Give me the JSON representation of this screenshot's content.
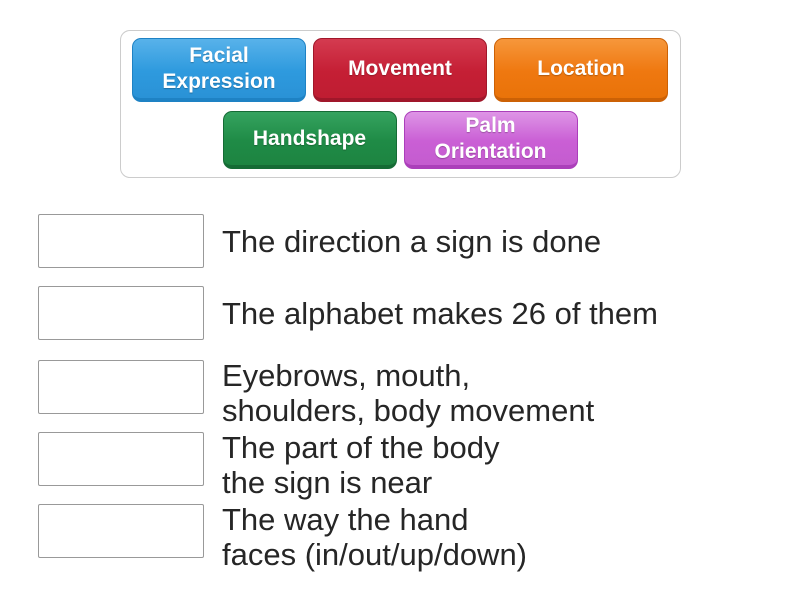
{
  "word_bank": {
    "tiles": [
      {
        "label": "Facial Expression",
        "color": "#2e9ade"
      },
      {
        "label": "Movement",
        "color": "#c51f35"
      },
      {
        "label": "Location",
        "color": "#ef7810"
      },
      {
        "label": "Handshape",
        "color": "#1f8b46"
      },
      {
        "label": "Palm Orientation",
        "color": "#ca5fd5"
      }
    ]
  },
  "match_rows": [
    {
      "clue": "The direction a sign is done"
    },
    {
      "clue": "The alphabet makes 26 of them"
    },
    {
      "clue": "Eyebrows, mouth,\nshoulders, body movement"
    },
    {
      "clue": "The part of the body\nthe sign is near"
    },
    {
      "clue": "The way the hand\nfaces (in/out/up/down)"
    }
  ],
  "colors": {
    "clue_text": "#262626",
    "slot_border": "#999999",
    "bank_border": "#cccccc"
  }
}
